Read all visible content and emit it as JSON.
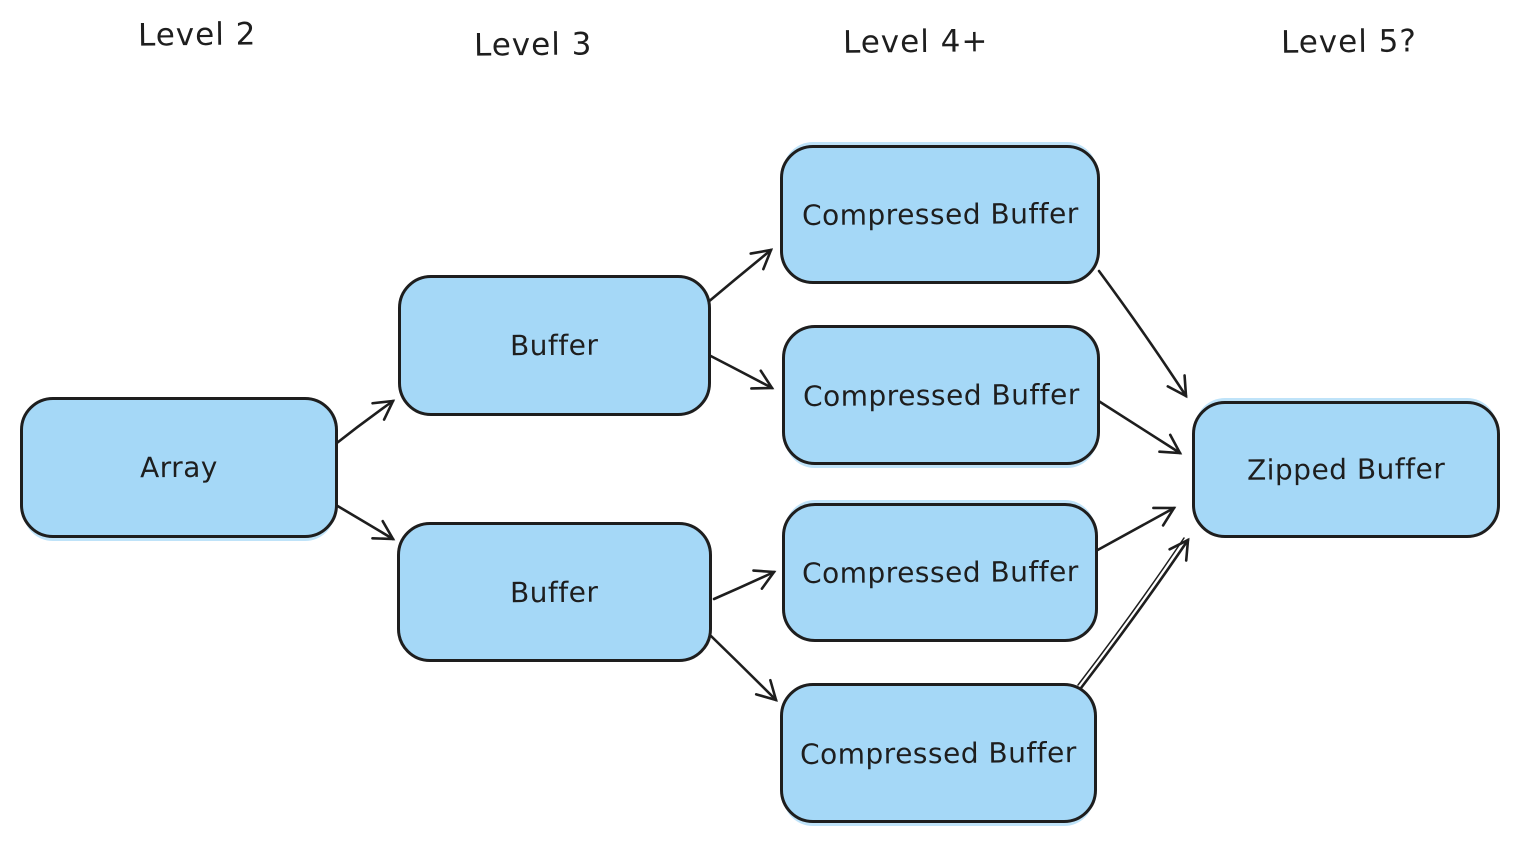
{
  "headers": [
    {
      "id": "level-2",
      "label": "Level 2"
    },
    {
      "id": "level-3",
      "label": "Level 3"
    },
    {
      "id": "level-4",
      "label": "Level 4+"
    },
    {
      "id": "level-5",
      "label": "Level 5?"
    }
  ],
  "nodes": [
    {
      "id": "array",
      "column": "Level 2",
      "label": "Array"
    },
    {
      "id": "buffer-top",
      "column": "Level 3",
      "label": "Buffer"
    },
    {
      "id": "buffer-bottom",
      "column": "Level 3",
      "label": "Buffer"
    },
    {
      "id": "compressed-buffer-1",
      "column": "Level 4+",
      "label": "Compressed Buffer"
    },
    {
      "id": "compressed-buffer-2",
      "column": "Level 4+",
      "label": "Compressed Buffer"
    },
    {
      "id": "compressed-buffer-3",
      "column": "Level 4+",
      "label": "Compressed Buffer"
    },
    {
      "id": "compressed-buffer-4",
      "column": "Level 4+",
      "label": "Compressed Buffer"
    },
    {
      "id": "zipped-buffer",
      "column": "Level 5?",
      "label": "Zipped Buffer"
    }
  ],
  "edges": [
    {
      "from": "array",
      "to": "buffer-top"
    },
    {
      "from": "array",
      "to": "buffer-bottom"
    },
    {
      "from": "buffer-top",
      "to": "compressed-buffer-1"
    },
    {
      "from": "buffer-top",
      "to": "compressed-buffer-2"
    },
    {
      "from": "buffer-bottom",
      "to": "compressed-buffer-3"
    },
    {
      "from": "buffer-bottom",
      "to": "compressed-buffer-4"
    },
    {
      "from": "compressed-buffer-1",
      "to": "zipped-buffer"
    },
    {
      "from": "compressed-buffer-2",
      "to": "zipped-buffer"
    },
    {
      "from": "compressed-buffer-3",
      "to": "zipped-buffer"
    },
    {
      "from": "compressed-buffer-4",
      "to": "zipped-buffer"
    }
  ],
  "colors": {
    "node_fill": "#a5d8f7",
    "stroke": "#1e1e1e",
    "background": "#ffffff"
  }
}
